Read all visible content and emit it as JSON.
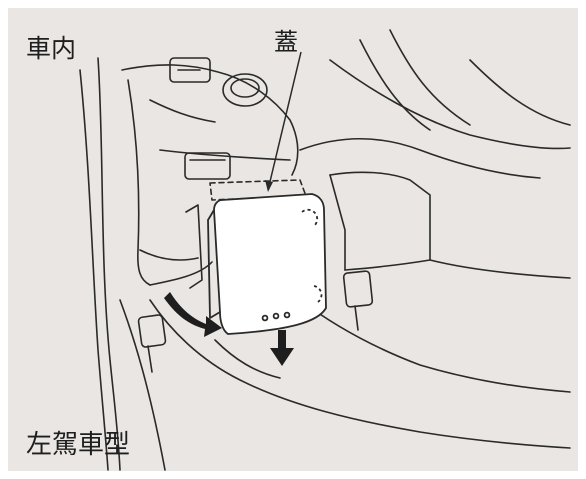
{
  "labels": {
    "location": "車内",
    "cover": "蓋",
    "model": "左駕車型"
  },
  "colors": {
    "background": "#e9e6e3",
    "line": "#2a2a2a",
    "cover_fill": "#ffffff"
  }
}
